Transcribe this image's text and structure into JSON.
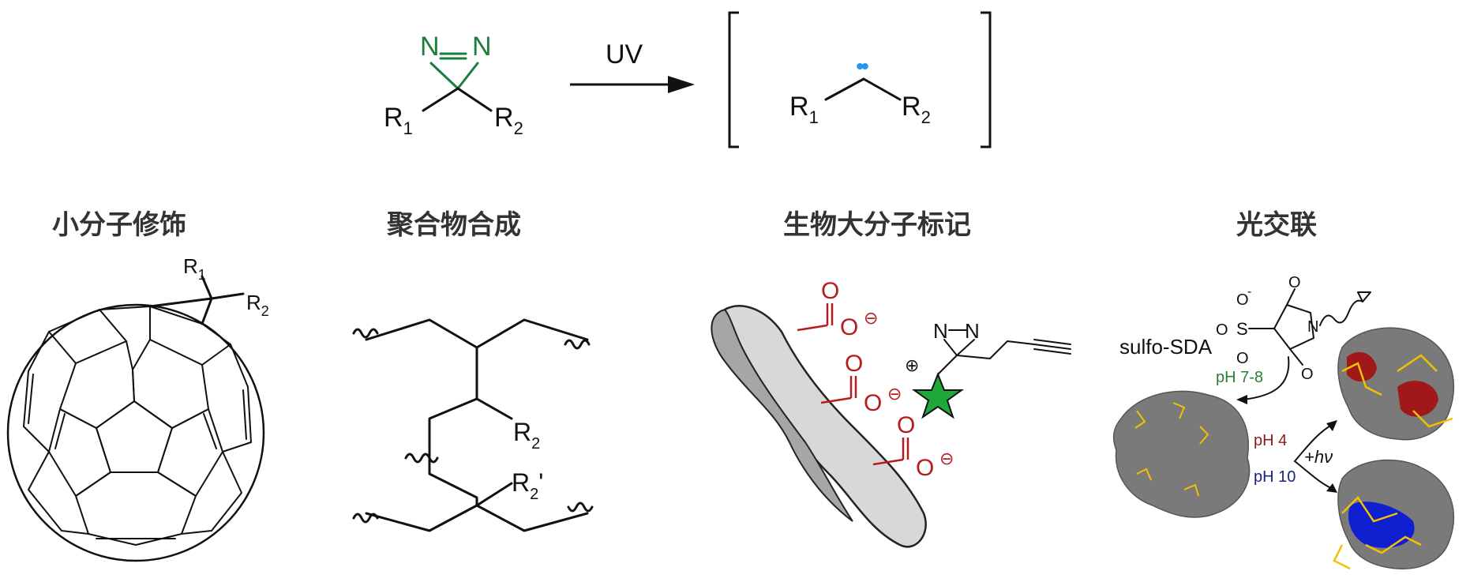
{
  "colors": {
    "diazirine_green": "#1a7f3c",
    "carbene_dots": "#2196f3",
    "carboxylate_red": "#b71c1c",
    "ph_green": "#2e7d32",
    "ph4_red": "#8b1a1a",
    "ph10_blue": "#1a237e",
    "protein_grey": "#7a7a7a",
    "crosslink_red": "#a01818",
    "crosslink_blue": "#1020d0",
    "linker_yellow": "#f2c200",
    "star_green": "#1fa83a"
  },
  "reaction": {
    "n_left": "N",
    "n_right": "N",
    "r1": "R",
    "r1_sub": "1",
    "r2": "R",
    "r2_sub": "2",
    "arrow_label": "UV",
    "product_r1": "R",
    "product_r1_sub": "1",
    "product_r2": "R",
    "product_r2_sub": "2",
    "carbene_dots": "••"
  },
  "panels": {
    "small_molecule": {
      "heading": "小分子修饰",
      "r1": "R",
      "r1_sub": "1",
      "r2": "R",
      "r2_sub": "2"
    },
    "polymer": {
      "heading": "聚合物合成",
      "r2": "R",
      "r2_sub": "2",
      "r2p": "R",
      "r2p_sub": "2",
      "r2p_prime": "'"
    },
    "biomacro": {
      "heading": "生物大分子标记",
      "o": "O",
      "minus": "⊖",
      "plus": "⊕",
      "n_left": "N",
      "n_right": "N"
    },
    "crosslink": {
      "heading": "光交联",
      "reagent": "sulfo-SDA",
      "ph1": "pH 7-8",
      "ph2": "pH 4",
      "ph3": "pH 10",
      "hv": "+hν",
      "s": "S",
      "o": "O",
      "n": "N",
      "minus": "-"
    }
  }
}
